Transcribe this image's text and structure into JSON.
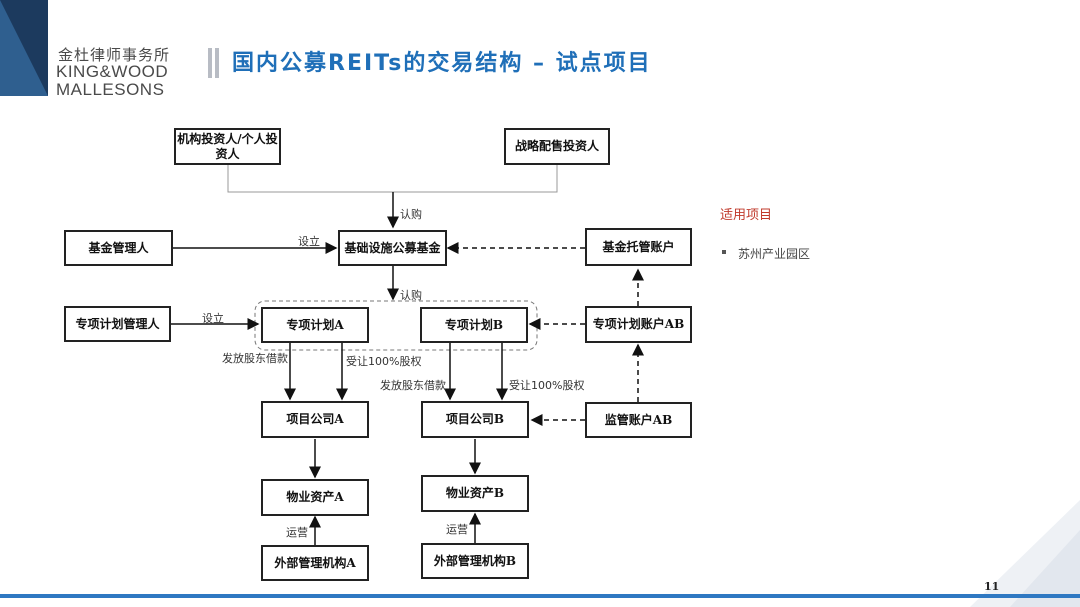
{
  "header": {
    "logo_cn": "金杜律师事务所",
    "logo_en_line1": "KING&WOOD",
    "logo_en_line2": "MALLESONS",
    "title": "国内公募REITs的交易结构 – 试点项目"
  },
  "diagram": {
    "nodes": {
      "institutional_investor": "机构投资人/个人投资人",
      "strategic_investor": "战略配售投资人",
      "fund_manager": "基金管理人",
      "public_fund": "基础设施公募基金",
      "fund_custody_account": "基金托管账户",
      "abs_manager": "专项计划管理人",
      "abs_plan_a": "专项计划A",
      "abs_plan_b": "专项计划B",
      "abs_account": "专项计划账户AB",
      "project_company_a": "项目公司A",
      "project_company_b": "项目公司B",
      "supervision_account": "监管账户AB",
      "property_a": "物业资产A",
      "property_b": "物业资产B",
      "ext_manager_a": "外部管理机构A",
      "ext_manager_b": "外部管理机构B"
    },
    "edge_labels": {
      "subscribe_1": "认购",
      "subscribe_2": "认购",
      "establish_1": "设立",
      "establish_2": "设立",
      "loan_a": "发放股东借款",
      "equity_a": "受让100%股权",
      "loan_b": "发放股东借款",
      "equity_b": "受让100%股权",
      "operate_a": "运营",
      "operate_b": "运营"
    }
  },
  "side_panel": {
    "title": "适用项目",
    "items": [
      "苏州产业园区"
    ]
  },
  "footer": {
    "page_number": "11"
  },
  "colors": {
    "title": "#1f6fb8",
    "accent_navy": "#1c3a5e",
    "side_title": "#c0392b",
    "bottom_line": "#2e78c2"
  }
}
